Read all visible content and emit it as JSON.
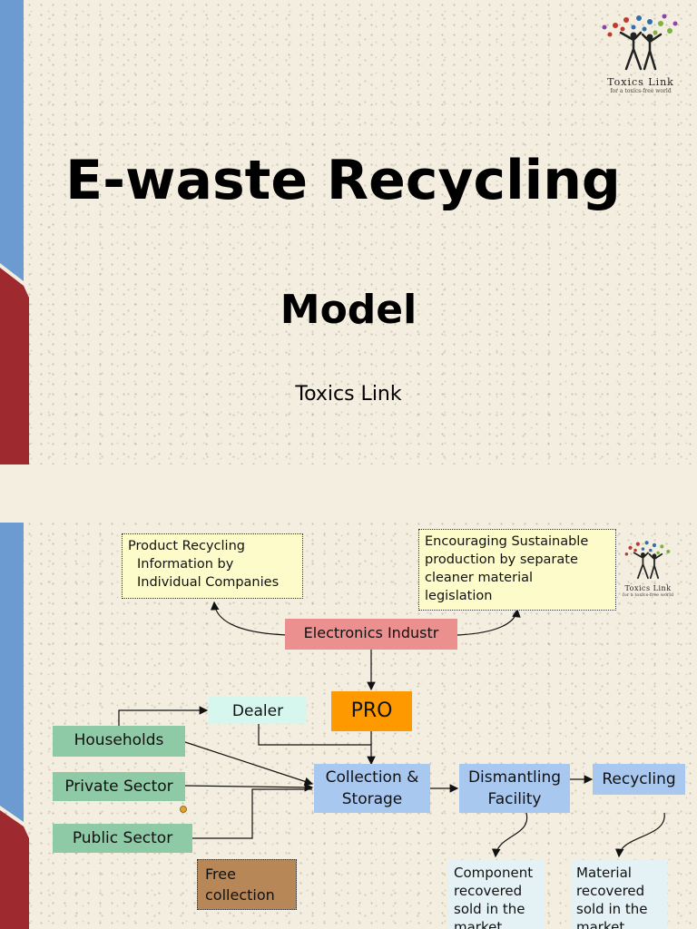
{
  "slide1": {
    "title": "E-waste Recycling",
    "subtitle": "Model",
    "author": "Toxics Link"
  },
  "logo": {
    "name": "Toxics Link",
    "tagline": "for a toxics-free world"
  },
  "diagram": {
    "info_box": [
      "Product Recycling",
      "Information by",
      "Individual Companies"
    ],
    "sustain_box": [
      "Encouraging Sustainable",
      "production by separate",
      "cleaner material",
      "legislation"
    ],
    "industry": "Electronics Industr",
    "pro": "PRO",
    "dealer": "Dealer",
    "households": "Households",
    "private_sector": "Private Sector",
    "public_sector": "Public Sector",
    "collection": [
      "Collection &",
      "Storage"
    ],
    "dismantling": [
      "Dismantling",
      "Facility"
    ],
    "recycling": "Recycling",
    "free_collection": [
      "Free",
      "collection"
    ],
    "component": [
      "Component",
      "recovered",
      "sold in the",
      "market"
    ],
    "material": [
      "Material",
      "recovered",
      "sold in the",
      "market"
    ]
  },
  "colors": {
    "bar_blue": "#6b9bd1",
    "bar_red": "#9e2a2f",
    "pink_box": "#ec8f8f",
    "orange_box": "#ff9900"
  }
}
